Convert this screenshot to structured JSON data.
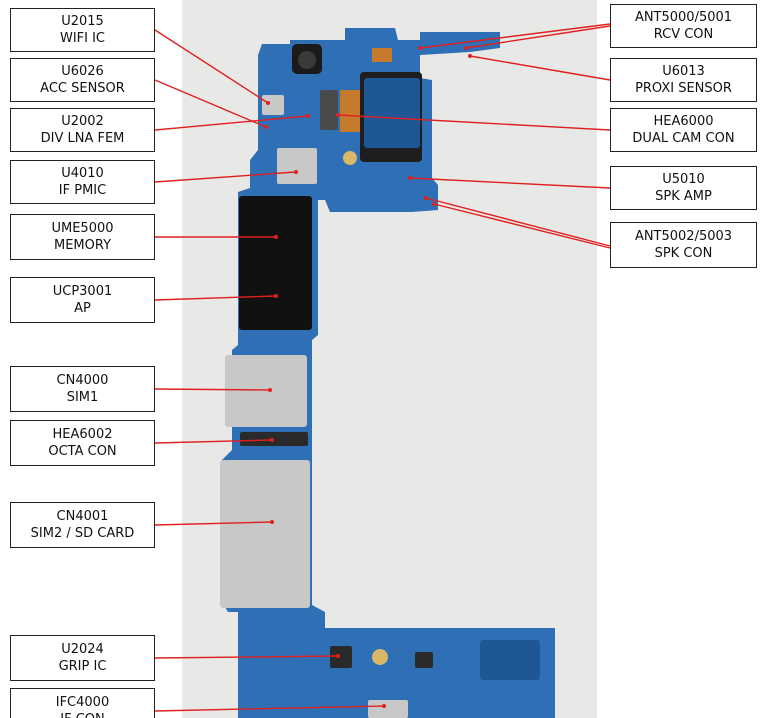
{
  "colors": {
    "board": "#2e6fb6",
    "board_dark": "#1f5796",
    "chip_black": "#111111",
    "metal": "#c8c8c8",
    "leader_line": "#e02020",
    "photo_bg": "#e8e8e6"
  },
  "labels": [
    {
      "id": "u2015",
      "line1": "U2015",
      "line2": "WIFI IC",
      "side": "left"
    },
    {
      "id": "u6026",
      "line1": "U6026",
      "line2": "ACC SENSOR",
      "side": "left"
    },
    {
      "id": "u2002",
      "line1": "U2002",
      "line2": "DIV LNA FEM",
      "side": "left"
    },
    {
      "id": "u4010",
      "line1": "U4010",
      "line2": "IF PMIC",
      "side": "left"
    },
    {
      "id": "ume5000",
      "line1": "UME5000",
      "line2": "MEMORY",
      "side": "left"
    },
    {
      "id": "ucp3001",
      "line1": "UCP3001",
      "line2": "AP",
      "side": "left"
    },
    {
      "id": "cn4000",
      "line1": "CN4000",
      "line2": "SIM1",
      "side": "left"
    },
    {
      "id": "hea6002",
      "line1": "HEA6002",
      "line2": "OCTA CON",
      "side": "left"
    },
    {
      "id": "cn4001",
      "line1": "CN4001",
      "line2": "SIM2 / SD CARD",
      "side": "left"
    },
    {
      "id": "u2024",
      "line1": "U2024",
      "line2": "GRIP IC",
      "side": "left"
    },
    {
      "id": "ifc4000",
      "line1": "IFC4000",
      "line2": "IF CON",
      "side": "left"
    },
    {
      "id": "ant5000",
      "line1": "ANT5000/5001",
      "line2": "RCV CON",
      "side": "right"
    },
    {
      "id": "u6013",
      "line1": "U6013",
      "line2": "PROXI SENSOR",
      "side": "right"
    },
    {
      "id": "hea6000",
      "line1": "HEA6000",
      "line2": "DUAL CAM CON",
      "side": "right"
    },
    {
      "id": "u5010",
      "line1": "U5010",
      "line2": "SPK AMP",
      "side": "right"
    },
    {
      "id": "ant5002",
      "line1": "ANT5002/5003",
      "line2": "SPK CON",
      "side": "right"
    }
  ]
}
